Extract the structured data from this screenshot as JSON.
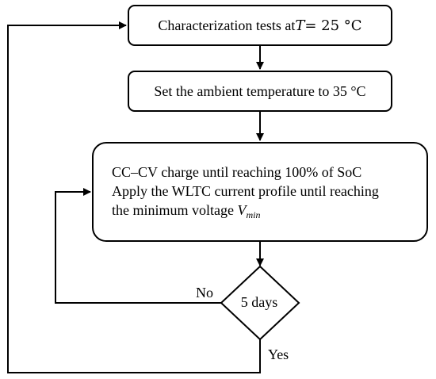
{
  "flow": {
    "step1": {
      "text": "Characterization tests at ",
      "math_var": "T",
      "math_rest": " = 25 °C"
    },
    "step2": {
      "text": "Set the ambient temperature to 35 °C"
    },
    "step3": {
      "line1": "CC–CV charge until reaching 100% of SoC",
      "line2": "Apply the WLTC current profile until reaching",
      "line3": "the minimum voltage ",
      "var": "V",
      "var_sub": "min"
    },
    "decision": {
      "text": "5 days",
      "no_label": "No",
      "yes_label": "Yes"
    }
  }
}
